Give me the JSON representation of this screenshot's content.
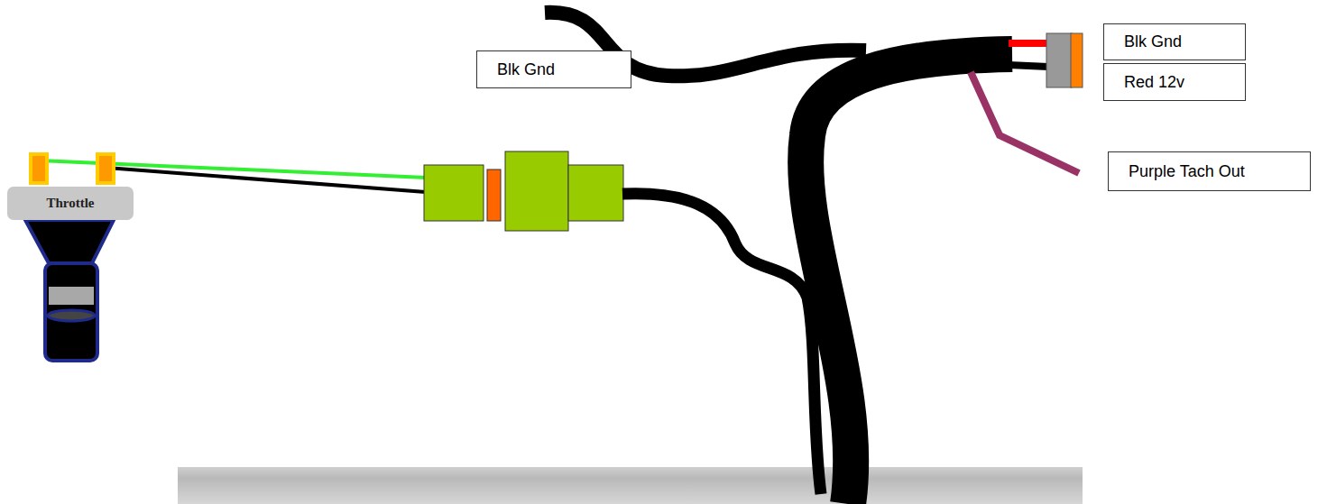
{
  "diagram": {
    "nodes": [
      {
        "text": [
          "Blk Gnd"
        ]
      },
      {
        "text": [
          "Blk Gnd"
        ]
      },
      {
        "text": [
          "Red 12v"
        ]
      },
      {
        "text": [
          "Purple Tach Out"
        ]
      },
      {
        "text": [
          "Throttle"
        ]
      }
    ]
  }
}
